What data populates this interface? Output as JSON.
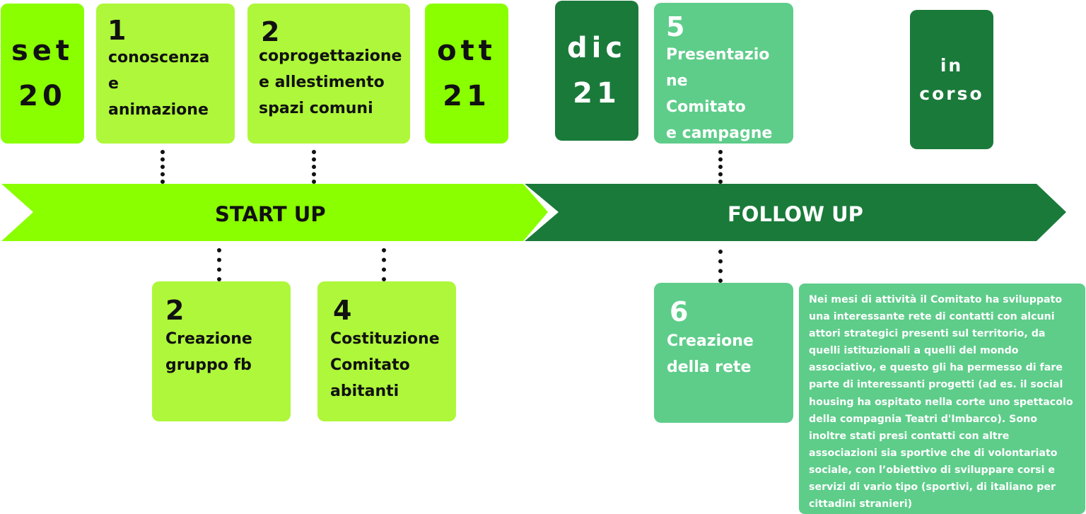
{
  "colors": {
    "bright_green": "#8aff00",
    "light_green": "#aef73a",
    "dark_green": "#1a7a3a",
    "mint_green": "#5ecd8a",
    "text_dark": "#111111",
    "text_light": "#ffffff"
  },
  "dates": {
    "set20": {
      "line1": "set",
      "line2": "20"
    },
    "ott21": {
      "line1": "ott",
      "line2": "21"
    },
    "dic21": {
      "line1": "dic",
      "line2": "21"
    },
    "in_corso": {
      "line1": "in",
      "line2": "corso"
    }
  },
  "steps": {
    "s1": {
      "number": "1",
      "text": "conoscenza\ne\nanimazione"
    },
    "s2_top": {
      "number": "2",
      "text": "coprogettazione\ne allestimento\nspazi comuni"
    },
    "s2_bottom": {
      "number": "2",
      "text": "Creazione\ngruppo fb"
    },
    "s4": {
      "number": "4",
      "text": "Costituzione\nComitato\nabitanti"
    },
    "s5": {
      "number": "5",
      "text": "Presentazio\nne\nComitato\ne campagne"
    },
    "s6": {
      "number": "6",
      "text": "Creazione\ndella rete"
    }
  },
  "bands": {
    "start_up": "START UP",
    "follow_up": "FOLLOW UP"
  },
  "note": {
    "lines": [
      "Nei mesi di attività il Comitato ha sviluppato",
      "una interessante rete di contatti con alcuni",
      "attori strategici presenti sul territorio, da",
      "quelli istituzionali a quelli del mondo",
      "associativo, e questo gli ha permesso di fare",
      "parte di interessanti progetti (ad es. il social",
      "housing ha ospitato nella corte uno spettacolo",
      "della compagnia Teatri d'Imbarco). Sono",
      "inoltre stati presi contatti con altre",
      "associazioni sia sportive che di volontariato",
      "sociale, con l’obiettivo di sviluppare corsi e",
      "servizi di vario tipo (sportivi, di italiano per",
      "cittadini stranieri)"
    ]
  }
}
